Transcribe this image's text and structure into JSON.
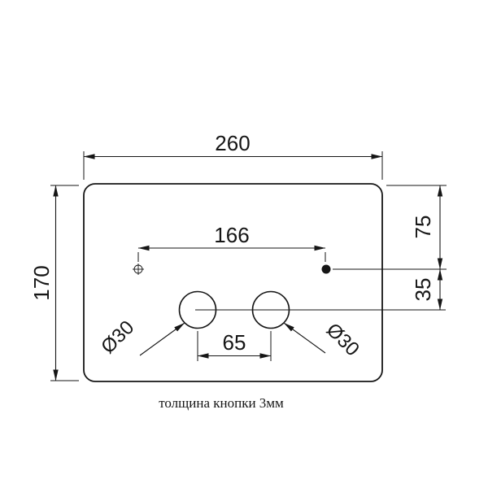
{
  "drawing": {
    "caption": "толщина кнопки 3мм",
    "dims": {
      "plate_width": "260",
      "plate_height": "170",
      "hole_spacing": "166",
      "edge_to_holes": "75",
      "holes_to_buttons": "35",
      "button_spacing": "65",
      "button_dia_left": "Ø30",
      "button_dia_right": "Ø30"
    }
  }
}
